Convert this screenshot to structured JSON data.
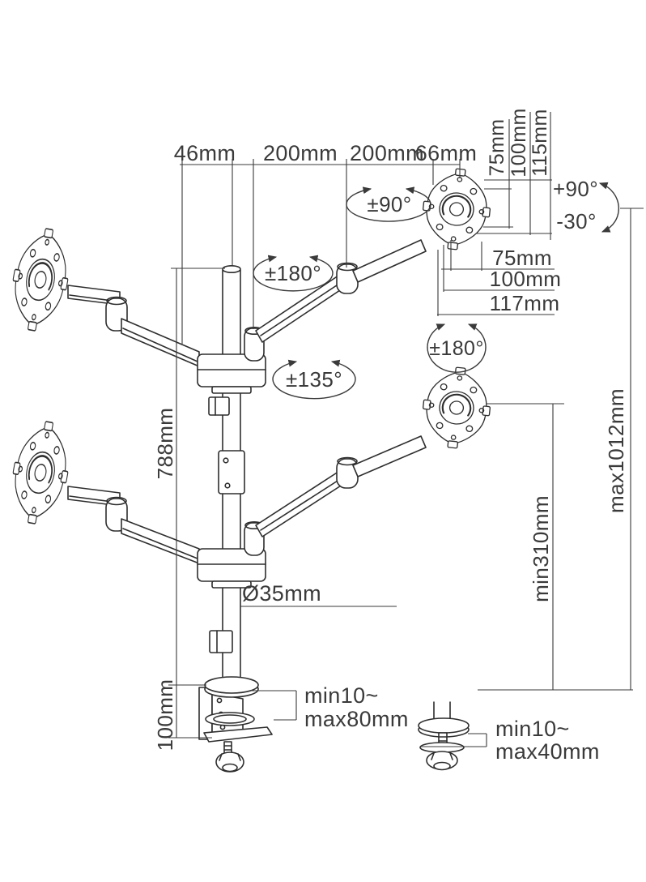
{
  "diagram": {
    "type": "technical-dimension-drawing",
    "subject": "quad-monitor desk mount pole with articulating arms, desk clamp and grommet mount",
    "colors": {
      "ink": "#2e2e2e",
      "background": "#ffffff"
    },
    "dims": {
      "top_row": [
        "46mm",
        "200mm",
        "200mm",
        "66mm"
      ],
      "vesa_vertical": [
        "75mm",
        "100mm",
        "115mm"
      ],
      "tilt": {
        "up": "+90°",
        "down": "-30°"
      },
      "vesa_plate": [
        "75mm",
        "100mm",
        "117mm"
      ],
      "rotation": {
        "arm_top": "±90°",
        "arm_upper": "±180°",
        "arm_lower": "±135°",
        "vesa": "±180°"
      },
      "pole": {
        "length": "788mm",
        "diameter": "Ø35mm"
      },
      "height": {
        "max": "max1012mm",
        "min": "min310mm"
      },
      "clamp": {
        "range_min": "min10~",
        "range_max": "max80mm",
        "height": "100mm"
      },
      "grommet": {
        "range_min": "min10~",
        "range_max": "max40mm"
      }
    }
  }
}
